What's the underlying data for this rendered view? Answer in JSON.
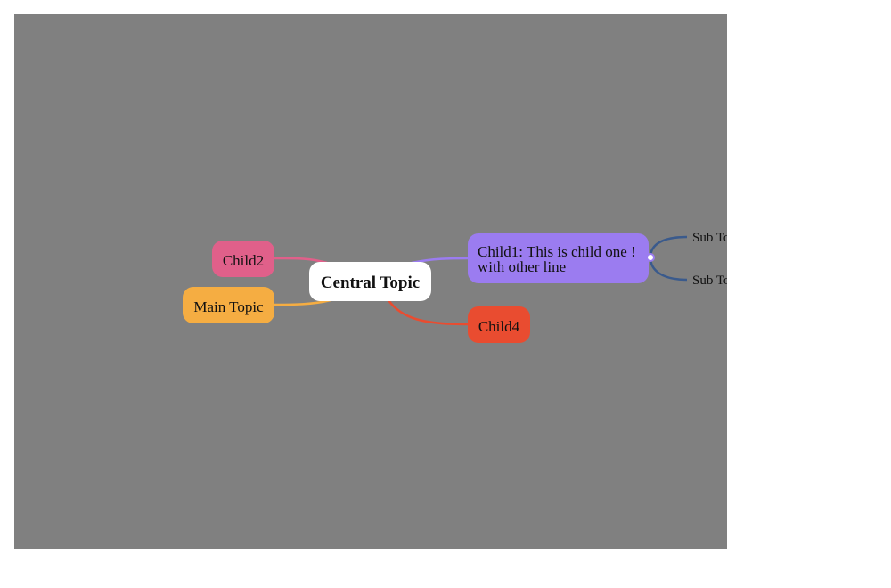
{
  "colors": {
    "canvas_bg": "#808080",
    "root_bg": "#ffffff",
    "child2": "#e0608a",
    "main_topic": "#f5ad42",
    "child1": "#9b7cf0",
    "child4": "#e94c30",
    "sub_branch": "#3a5a8c"
  },
  "mindmap": {
    "root": {
      "label": "Central Topic"
    },
    "left": [
      {
        "label": "Child2"
      },
      {
        "label": "Main Topic"
      }
    ],
    "right": [
      {
        "label_line1": "Child1: This is child one !",
        "label_line2": "with other line",
        "children": [
          {
            "label": "Sub Topic"
          },
          {
            "label": "Sub Topic"
          }
        ]
      },
      {
        "label": "Child4"
      }
    ]
  }
}
